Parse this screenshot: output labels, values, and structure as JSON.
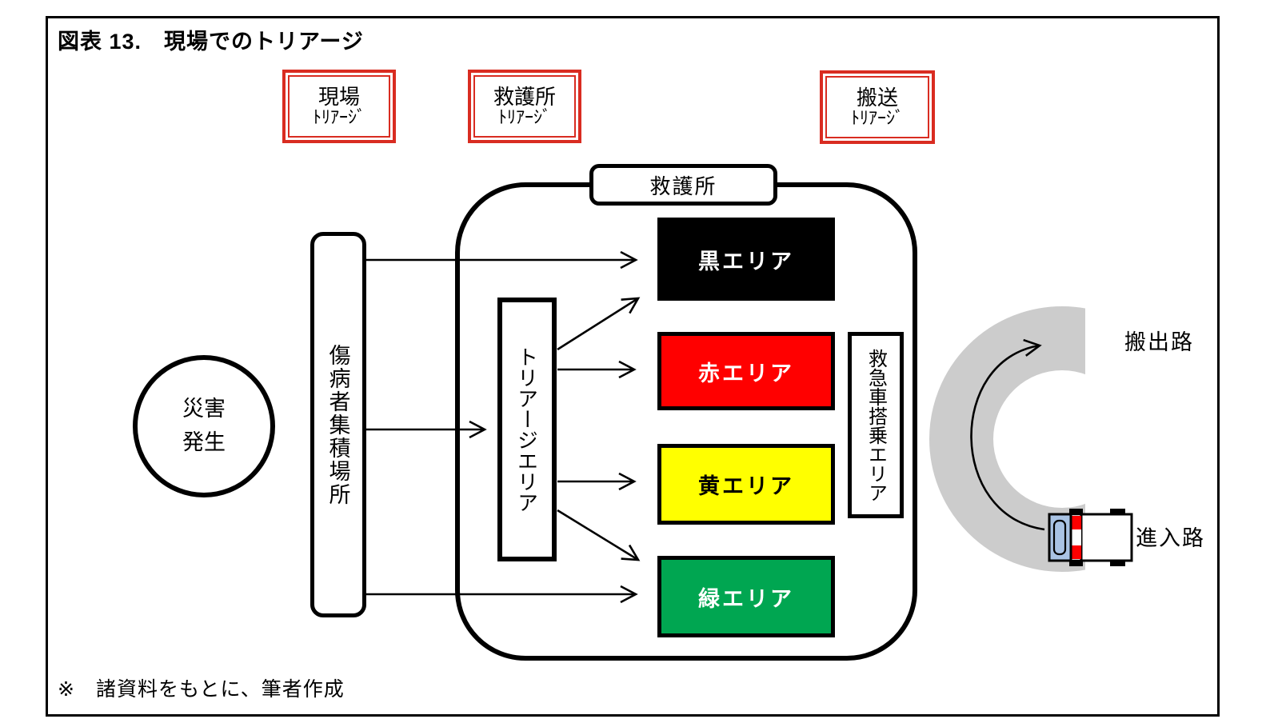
{
  "figure": {
    "title": "図表 13.　現場でのトリアージ",
    "footnote": "※　諸資料をもとに、筆者作成"
  },
  "phases": [
    {
      "line1": "現場",
      "line2": "ﾄﾘｱｰｼﾞ"
    },
    {
      "line1": "救護所",
      "line2": "ﾄﾘｱｰｼﾞ"
    },
    {
      "line1": "搬送",
      "line2": "ﾄﾘｱｰｼﾞ"
    }
  ],
  "nodes": {
    "disaster_line1": "災害",
    "disaster_line2": "発生",
    "collection_area": "傷病者集積場所",
    "aid_station": "救護所",
    "triage_area": "トリアージエリア",
    "ambulance_boarding_area": "救急車搭乗エリア"
  },
  "zones": [
    {
      "label": "黒エリア",
      "color": "#000000",
      "text_color": "#ffffff"
    },
    {
      "label": "赤エリア",
      "color": "#ff0000",
      "text_color": "#ffffff"
    },
    {
      "label": "黄エリア",
      "color": "#ffff00",
      "text_color": "#000000"
    },
    {
      "label": "緑エリア",
      "color": "#00a651",
      "text_color": "#ffffff"
    }
  ],
  "road": {
    "exit_label": "搬出路",
    "entry_label": "進入路",
    "road_color": "#cccccc"
  },
  "accent_colors": {
    "phase_box_border": "#d92c21"
  }
}
